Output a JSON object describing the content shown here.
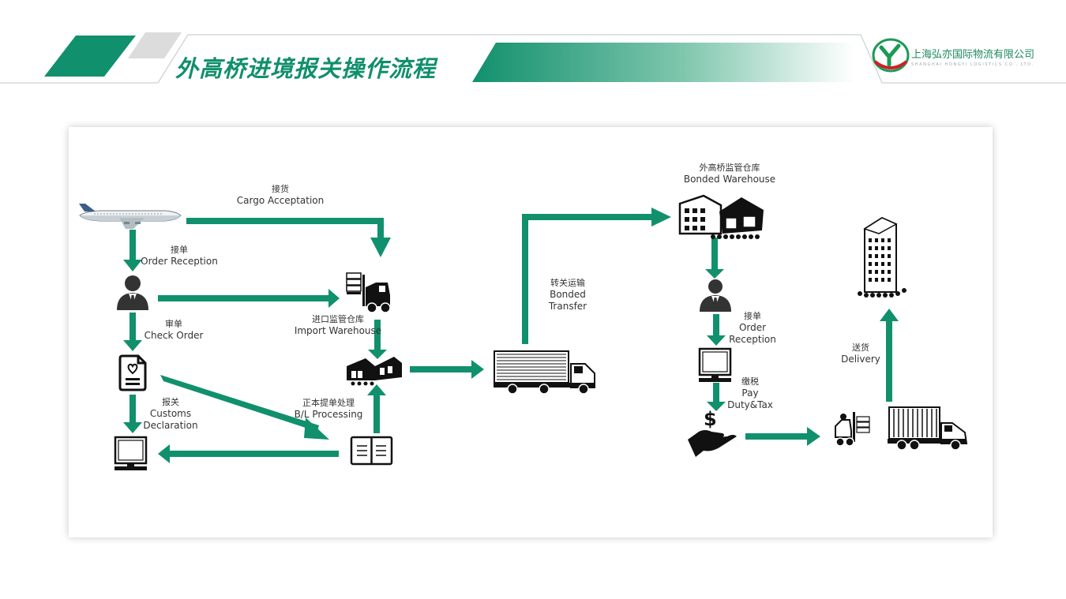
{
  "header": {
    "title": "外高桥进境报关操作流程",
    "company_name": "上海弘亦国际物流有限公司",
    "company_name_en": "SHANGHAI HONGYI LOGISTICS CO., LTD."
  },
  "colors": {
    "accent": "#11906d",
    "icon": "#111111",
    "title": "#118f6c"
  },
  "labels": {
    "cargo_acceptation": {
      "zh": "接货",
      "en": "Cargo Acceptation"
    },
    "order_reception_1": {
      "zh": "接单",
      "en": "Order Reception"
    },
    "check_order": {
      "zh": "审单",
      "en": "Check Order"
    },
    "customs_declaration": {
      "zh": "报关",
      "en1": "Customs",
      "en2": "Declaration"
    },
    "import_warehouse": {
      "zh": "进口监管仓库",
      "en": "Import Warehouse"
    },
    "bl_processing": {
      "zh": "正本提单处理",
      "en": "B/L Processing"
    },
    "bonded_transfer": {
      "zh": "转关运输",
      "en1": "Bonded",
      "en2": "Transfer"
    },
    "bonded_warehouse": {
      "zh": "外高桥监管仓库",
      "en": "Bonded Warehouse"
    },
    "order_reception_2": {
      "zh": "接单",
      "en1": "Order",
      "en2": "Reception"
    },
    "pay_duty": {
      "zh": "缴税",
      "en1": "Pay",
      "en2": "Duty&Tax"
    },
    "delivery": {
      "zh": "送货",
      "en": "Delivery"
    }
  },
  "icons": [
    "airplane-icon",
    "person-icon",
    "document-icon",
    "monitor-icon",
    "forklift-icon",
    "warehouse-icon",
    "book-icon",
    "truck-icon",
    "bonded-warehouse-icon",
    "person-icon",
    "monitor-icon",
    "money-hand-icon",
    "forklift-truck-icon",
    "office-building-icon"
  ]
}
